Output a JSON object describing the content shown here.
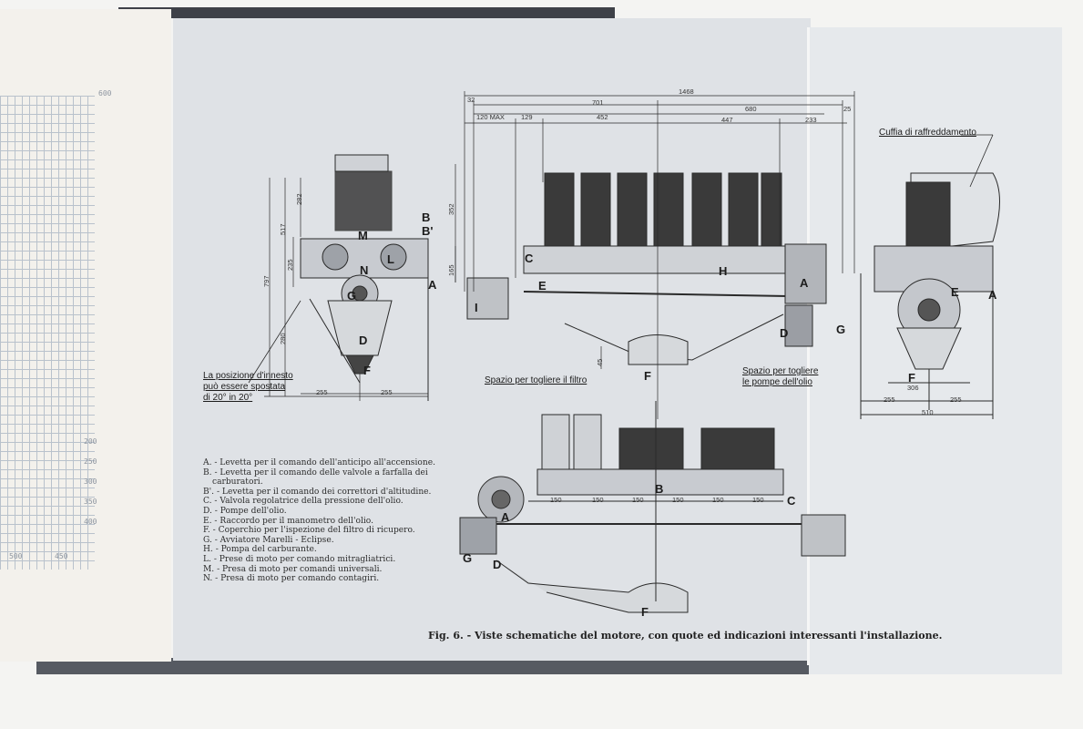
{
  "caption": "Fig. 6. - Viste schematiche del motore, con quote ed indicazioni interessanti l'installazione.",
  "legend": [
    {
      "text": "A. - Levetta per il comando dell'anticipo all'accensione."
    },
    {
      "text": "B. - Levetta per il comando delle valvole a farfalla dei"
    },
    {
      "text": "carburatori."
    },
    {
      "text": "B'. - Levetta per il comando dei correttori d'altitudine."
    },
    {
      "text": "C. - Valvola regolatrice della pressione dell'olio."
    },
    {
      "text": "D. - Pompe dell'olio."
    },
    {
      "text": "E. - Raccordo per il manometro dell'olio."
    },
    {
      "text": "F. - Coperchio per l'ispezione del filtro di ricupero."
    },
    {
      "text": "G. - Avviatore Marelli - Eclipse."
    },
    {
      "text": "H. - Pompa del carburante."
    },
    {
      "text": "L. - Prese di moto per comando mitragliatrici."
    },
    {
      "text": "M. - Presa di moto per comandi universali."
    },
    {
      "text": "N. - Presa di moto per comando contagiri."
    }
  ],
  "notes": {
    "innesto": [
      "La posizione d'innesto",
      "può essere spostata",
      "di 20° in 20°"
    ],
    "filtro": "Spazio per togliere il filtro",
    "pompe": [
      "Spazio per togliere",
      "le pompe dell'olio"
    ],
    "cuffia": "Cuffia di raffreddamento"
  },
  "dims": {
    "d1468": "1468",
    "d701": "701",
    "d680": "680",
    "d120": "120 MAX",
    "d129": "129",
    "d452": "452",
    "d447": "447",
    "d233": "233",
    "d32": "32",
    "d25": "25",
    "d352": "352",
    "d165": "165",
    "d797": "797",
    "d517": "517",
    "d282": "282",
    "d235": "235",
    "d280": "280",
    "d255a": "255",
    "d255b": "255",
    "d45": "45",
    "d150a": "150",
    "d150b": "150",
    "d150c": "150",
    "d150d": "150",
    "d150e": "150",
    "d150f": "150",
    "d255c": "255",
    "d255d": "255",
    "d510": "510",
    "d306": "306"
  },
  "labels": {
    "front": [
      "B",
      "B'",
      "M",
      "L",
      "N",
      "G",
      "A",
      "D",
      "F"
    ],
    "side": [
      "C",
      "E",
      "I",
      "H",
      "A",
      "D",
      "G",
      "F"
    ],
    "top": [
      "B",
      "C",
      "A",
      "G",
      "D",
      "F"
    ],
    "rear": [
      "A",
      "E",
      "F"
    ]
  },
  "left_page_ticks": [
    "200",
    "250",
    "300",
    "350",
    "400",
    "450",
    "500",
    "600"
  ]
}
